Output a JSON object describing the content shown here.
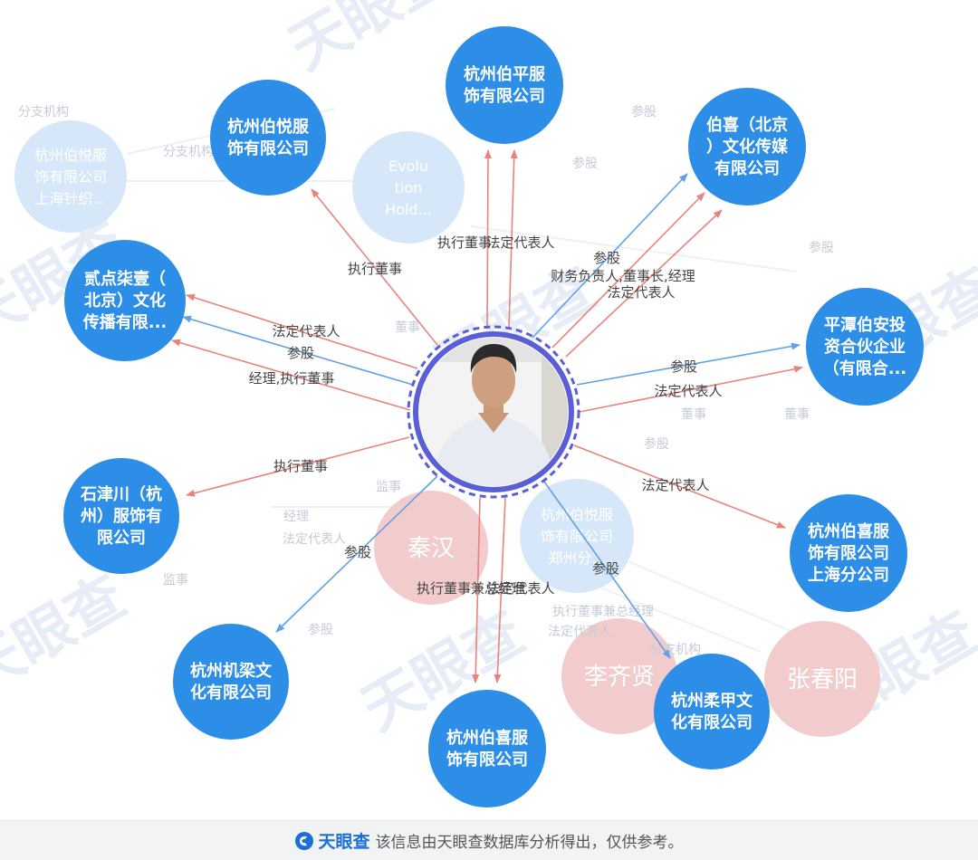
{
  "center": {
    "label": "",
    "ring_color": "#5b5fd6"
  },
  "colors": {
    "node": "#2d8ee8",
    "red_edge": "#e9837c",
    "blue_edge": "#5fa2e6",
    "ghost_red": "#f2cccc",
    "ghost_blue": "#d6e7fa",
    "watermark": "#e7edf6"
  },
  "nodes": [
    {
      "id": "bo-ping",
      "lines": [
        "杭州伯平服",
        "饰有限公司"
      ]
    },
    {
      "id": "bo-yue",
      "lines": [
        "杭州伯悦服",
        "饰有限公司"
      ]
    },
    {
      "id": "bo-xi-beijing",
      "lines": [
        "伯喜（北京",
        "）文化传媒",
        "有限公司"
      ]
    },
    {
      "id": "ershi",
      "lines": [
        "贰点柒壹（",
        "北京）文化",
        "传播有限..."
      ]
    },
    {
      "id": "pingtan",
      "lines": [
        "平潭伯安投",
        "资合伙企业",
        "（有限合..."
      ]
    },
    {
      "id": "shijin",
      "lines": [
        "石津川（杭",
        "州）服饰有",
        "限公司"
      ]
    },
    {
      "id": "bo-xi-shanghai",
      "lines": [
        "杭州伯喜服",
        "饰有限公司",
        "上海分公司"
      ]
    },
    {
      "id": "jiliang",
      "lines": [
        "杭州机梁文",
        "化有限公司"
      ]
    },
    {
      "id": "bo-xi",
      "lines": [
        "杭州伯喜服",
        "饰有限公司"
      ]
    },
    {
      "id": "roujia",
      "lines": [
        "杭州柔甲文",
        "化有限公司"
      ]
    }
  ],
  "edges": [
    {
      "target": "bo-yue",
      "label": "执行董事",
      "type": "red"
    },
    {
      "target": "bo-ping",
      "label": "执行董事",
      "type": "red"
    },
    {
      "target": "bo-ping",
      "label": "法定代表人",
      "type": "red"
    },
    {
      "target": "bo-xi-beijing",
      "label": "参股",
      "type": "blue"
    },
    {
      "target": "bo-xi-beijing",
      "label": "财务负责人,董事长,经理",
      "type": "red"
    },
    {
      "target": "bo-xi-beijing",
      "label": "法定代表人",
      "type": "red"
    },
    {
      "target": "ershi",
      "label": "法定代表人",
      "type": "red"
    },
    {
      "target": "ershi",
      "label": "参股",
      "type": "blue"
    },
    {
      "target": "ershi",
      "label": "经理,执行董事",
      "type": "red"
    },
    {
      "target": "pingtan",
      "label": "参股",
      "type": "blue"
    },
    {
      "target": "pingtan",
      "label": "法定代表人",
      "type": "red"
    },
    {
      "target": "shijin",
      "label": "执行董事",
      "type": "red"
    },
    {
      "target": "bo-xi-shanghai",
      "label": "法定代表人",
      "type": "red"
    },
    {
      "target": "jiliang",
      "label": "参股",
      "type": "blue"
    },
    {
      "target": "bo-xi",
      "label": "执行董事兼总经理",
      "type": "red"
    },
    {
      "target": "bo-xi",
      "label": "法定代表人",
      "type": "red"
    },
    {
      "target": "roujia",
      "label": "参股",
      "type": "blue"
    }
  ],
  "background_nodes": [
    {
      "lines": [
        "杭州伯悦服",
        "饰有限公司",
        "上海针织..."
      ],
      "tone": "blue"
    },
    {
      "lines": [
        "Evolu",
        "tion",
        "Hold..."
      ],
      "tone": "blue"
    },
    {
      "lines": [
        "秦汉"
      ],
      "tone": "red"
    },
    {
      "lines": [
        "杭州伯悦服",
        "饰有限公司",
        "郑州分..."
      ],
      "tone": "blue"
    },
    {
      "lines": [
        "李齐贤"
      ],
      "tone": "red"
    },
    {
      "lines": [
        "张春阳"
      ],
      "tone": "red"
    }
  ],
  "background_labels": [
    "分支机构",
    "分支机构",
    "参股",
    "参股",
    "参股",
    "董事",
    "董事",
    "董事",
    "参股",
    "经理",
    "法定代表人",
    "监事",
    "监事",
    "参股",
    "分支机构",
    "执行董事兼总经理",
    "法定代表人"
  ],
  "watermark_text": "天眼查",
  "footer": {
    "brand": "天眼查",
    "text": "该信息由天眼查数据库分析得出，仅供参考。"
  }
}
